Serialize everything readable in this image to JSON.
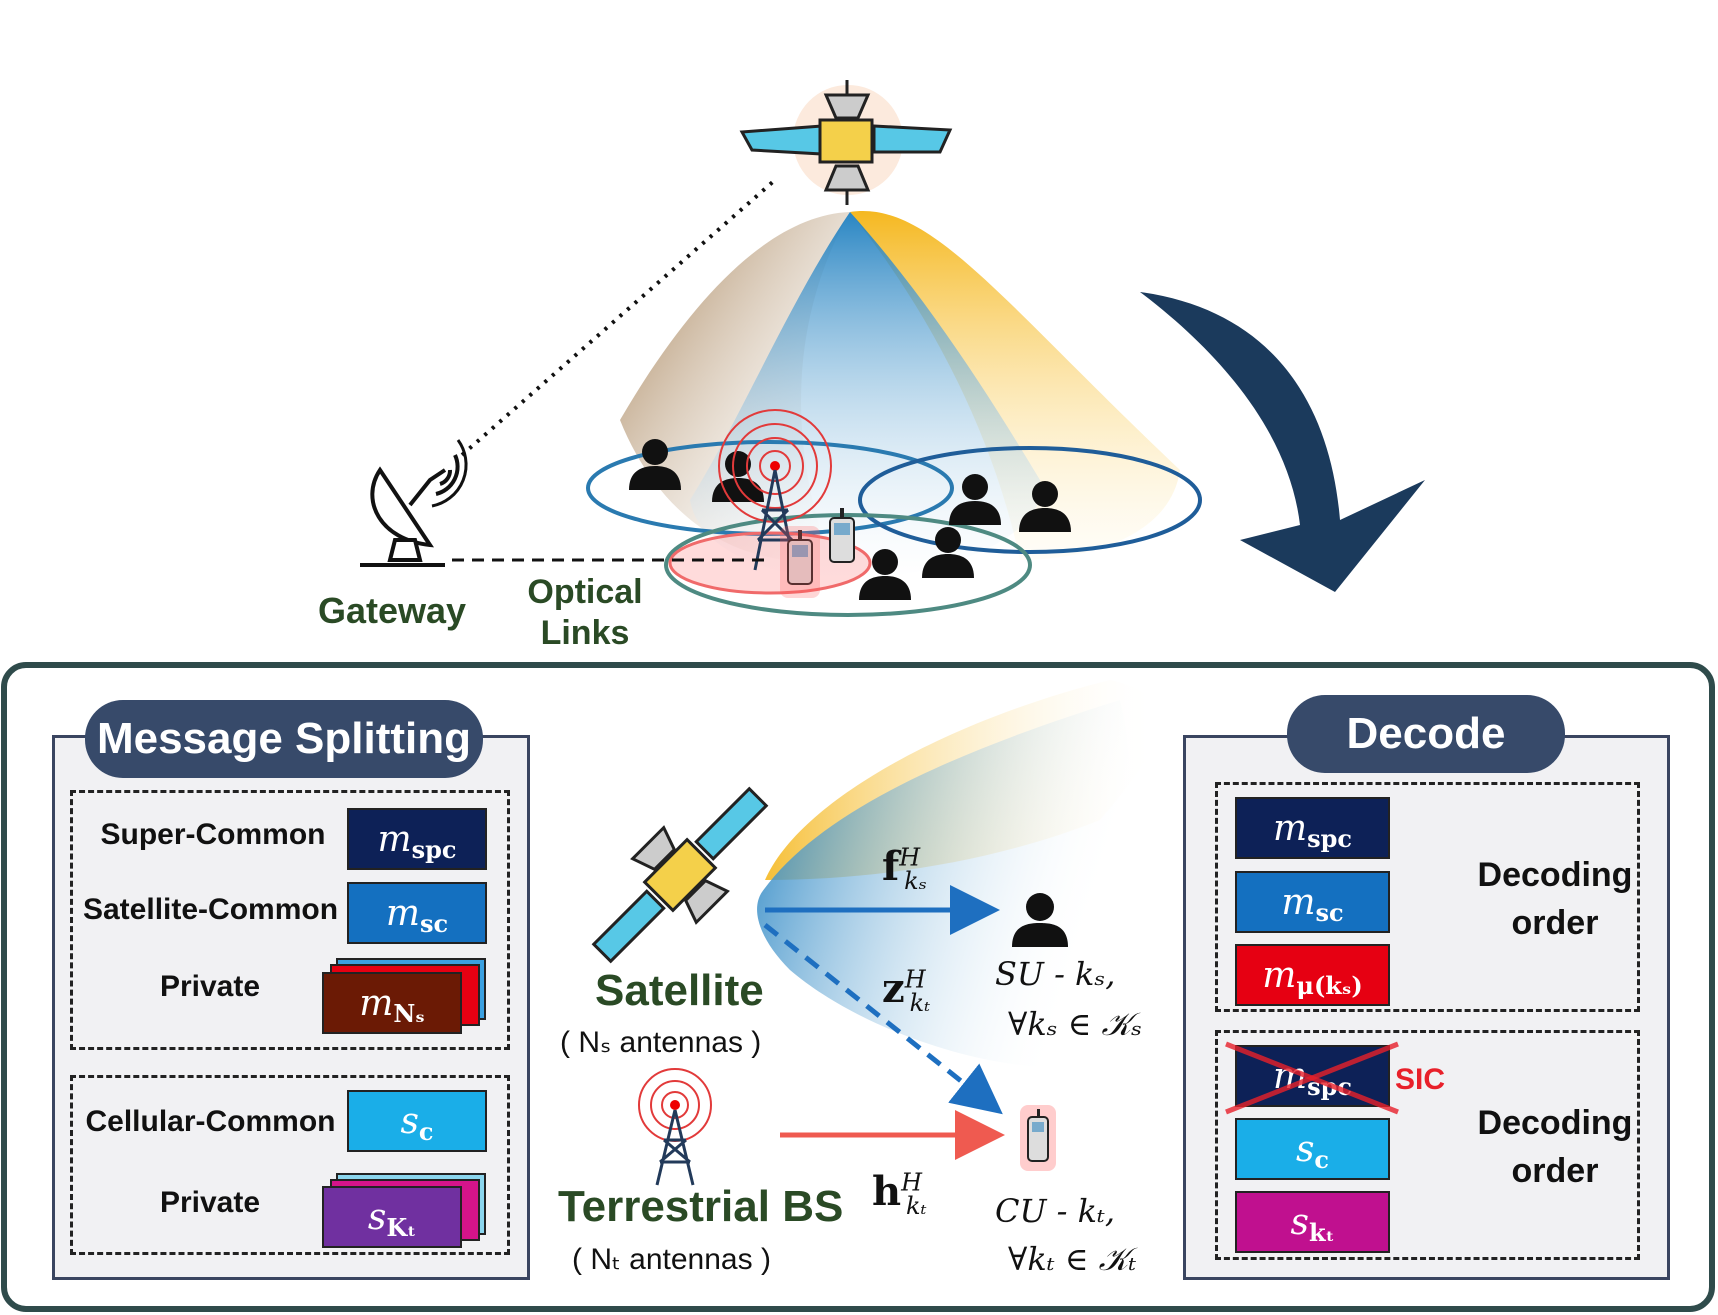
{
  "top": {
    "gateway_label": "Gateway",
    "optical_links_label": "Optical Links"
  },
  "message_splitting": {
    "title": "Message Splitting",
    "rows": [
      {
        "label": "Super-Common",
        "symbol": "m",
        "sub": "spc",
        "color": "#0d2157"
      },
      {
        "label": "Satellite-Common",
        "symbol": "m",
        "sub": "sc",
        "color": "#1470c0"
      },
      {
        "label": "Private",
        "symbol": "m",
        "sub": "Nₛ",
        "color": "#6b1a05"
      },
      {
        "label": "Cellular-Common",
        "symbol": "s",
        "sub": "c",
        "color": "#1aaee8"
      },
      {
        "label": "Private",
        "symbol": "s",
        "sub": "Kₜ",
        "color": "#7030a0"
      }
    ]
  },
  "middle": {
    "satellite_label": "Satellite",
    "satellite_antennas": "( Nₛ antennas )",
    "bs_label": "Terrestrial BS",
    "bs_antennas": "( Nₜ antennas )",
    "f_channel": "f",
    "f_sub": "kₛ",
    "z_channel": "z",
    "z_sub": "kₜ",
    "h_channel": "h",
    "h_sub": "kₜ",
    "sup_H": "H",
    "su_label": "SU - kₛ,",
    "su_set": "∀kₛ ∈ 𝒦ₛ",
    "cu_label": "CU - kₜ,",
    "cu_set": "∀kₜ ∈ 𝒦ₜ"
  },
  "decode": {
    "title": "Decode",
    "order_label": "Decoding order",
    "sic_label": "SIC",
    "su_boxes": [
      {
        "symbol": "m",
        "sub": "spc",
        "color": "#0d2157"
      },
      {
        "symbol": "m",
        "sub": "sc",
        "color": "#1470c0"
      },
      {
        "symbol": "m",
        "sub": "μ(kₛ)",
        "color": "#e60012"
      }
    ],
    "cu_boxes": [
      {
        "symbol": "m",
        "sub": "spc",
        "color": "#0d2157"
      },
      {
        "symbol": "s",
        "sub": "c",
        "color": "#1aaee8"
      },
      {
        "symbol": "s",
        "sub": "kₜ",
        "color": "#c0108f"
      }
    ]
  },
  "colors": {
    "panel_border": "#2f4b4b",
    "pill": "#374a6a",
    "arrow_dark": "#1b3a5c",
    "decode_arrow": "#1fa2dc",
    "sic_red": "#e8202a",
    "label_green": "#2a4a25"
  }
}
